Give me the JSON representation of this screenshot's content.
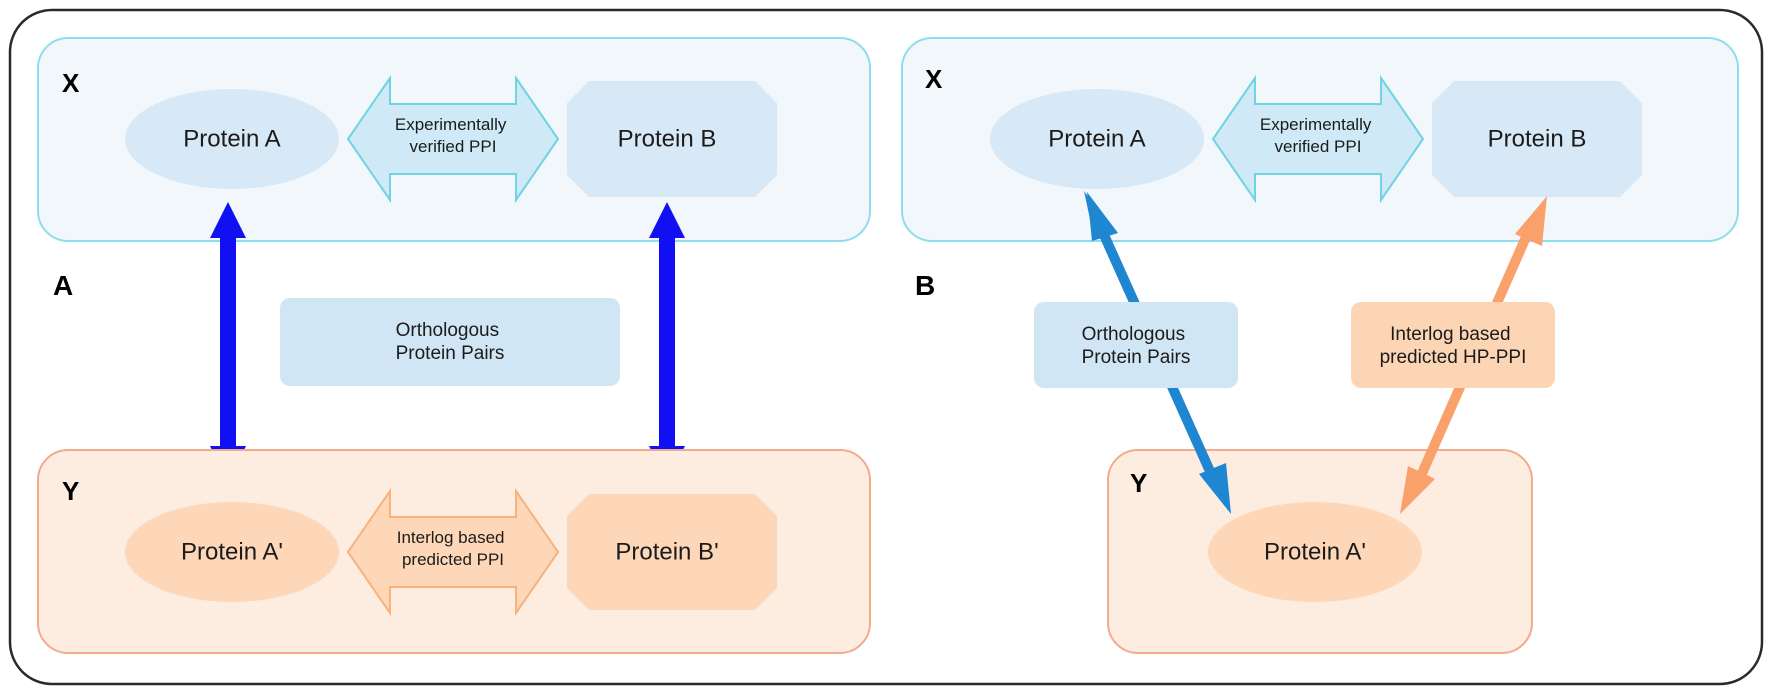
{
  "colors": {
    "frame": "#2a2a2a",
    "blue_box_fill": "#f1f7fb",
    "blue_box_stroke": "#8fdcef",
    "blue_shape": "#d7e8f6",
    "arrow_fill_light": "#cfeaf6",
    "arrow_stroke_light": "#6fd3e3",
    "orange_box_fill": "#fdece0",
    "orange_box_stroke": "#f2ab8c",
    "orange_shape": "#fdd7b8",
    "orange_arrow_stroke": "#f7b27e",
    "label_blue": "#d0e6f4",
    "label_orange": "#fcd5b5",
    "arrow_dark_blue": "#1010f2",
    "arrow_mid_blue": "#1f86d2",
    "arrow_orange": "#f9a06b"
  },
  "panel_a": {
    "letter": "A",
    "species_x": "X",
    "species_y": "Y",
    "protein_a": "Protein A",
    "protein_b": "Protein B",
    "protein_a_prime": "Protein A'",
    "protein_b_prime": "Protein B'",
    "verified_ppi": [
      "Experimentally",
      "verified PPI"
    ],
    "predicted_ppi": [
      "Interlog based",
      "predicted PPI"
    ],
    "ortholog_label": [
      "Orthologous",
      "Protein Pairs"
    ]
  },
  "panel_b": {
    "letter": "B",
    "species_x": "X",
    "species_y": "Y",
    "protein_a": "Protein A",
    "protein_b": "Protein B",
    "protein_a_prime": "Protein A'",
    "verified_ppi": [
      "Experimentally",
      "verified PPI"
    ],
    "ortholog_label": [
      "Orthologous",
      "Protein Pairs"
    ],
    "interlog_label": [
      "Interlog based",
      "predicted HP-PPI"
    ]
  }
}
